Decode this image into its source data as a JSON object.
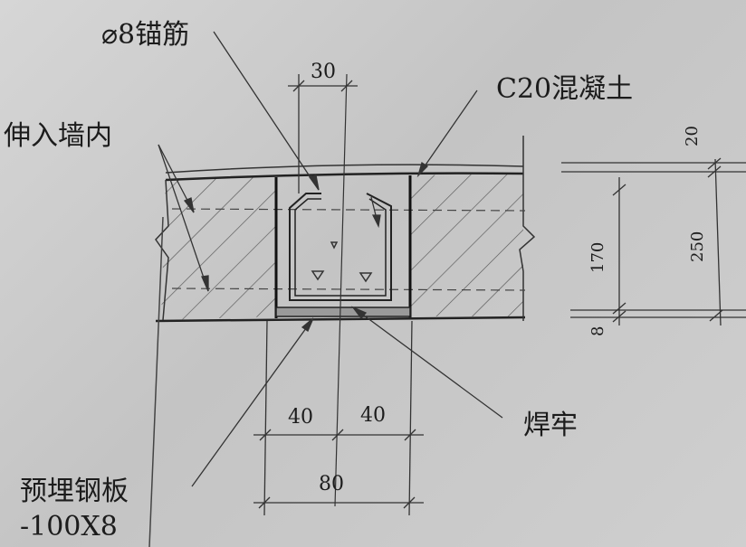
{
  "labels": {
    "rebar": "⌀8锚筋",
    "concrete": "C20混凝土",
    "into_wall": "伸入墙内",
    "weld": "焊牢",
    "plate_line1": "预埋钢板",
    "plate_line2": "-100X8"
  },
  "dimensions": {
    "top_width": "30",
    "left_half": "40",
    "right_half": "40",
    "total_width": "80",
    "top_layer": "20",
    "middle": "170",
    "bottom_plate": "8",
    "total_height": "250"
  }
}
